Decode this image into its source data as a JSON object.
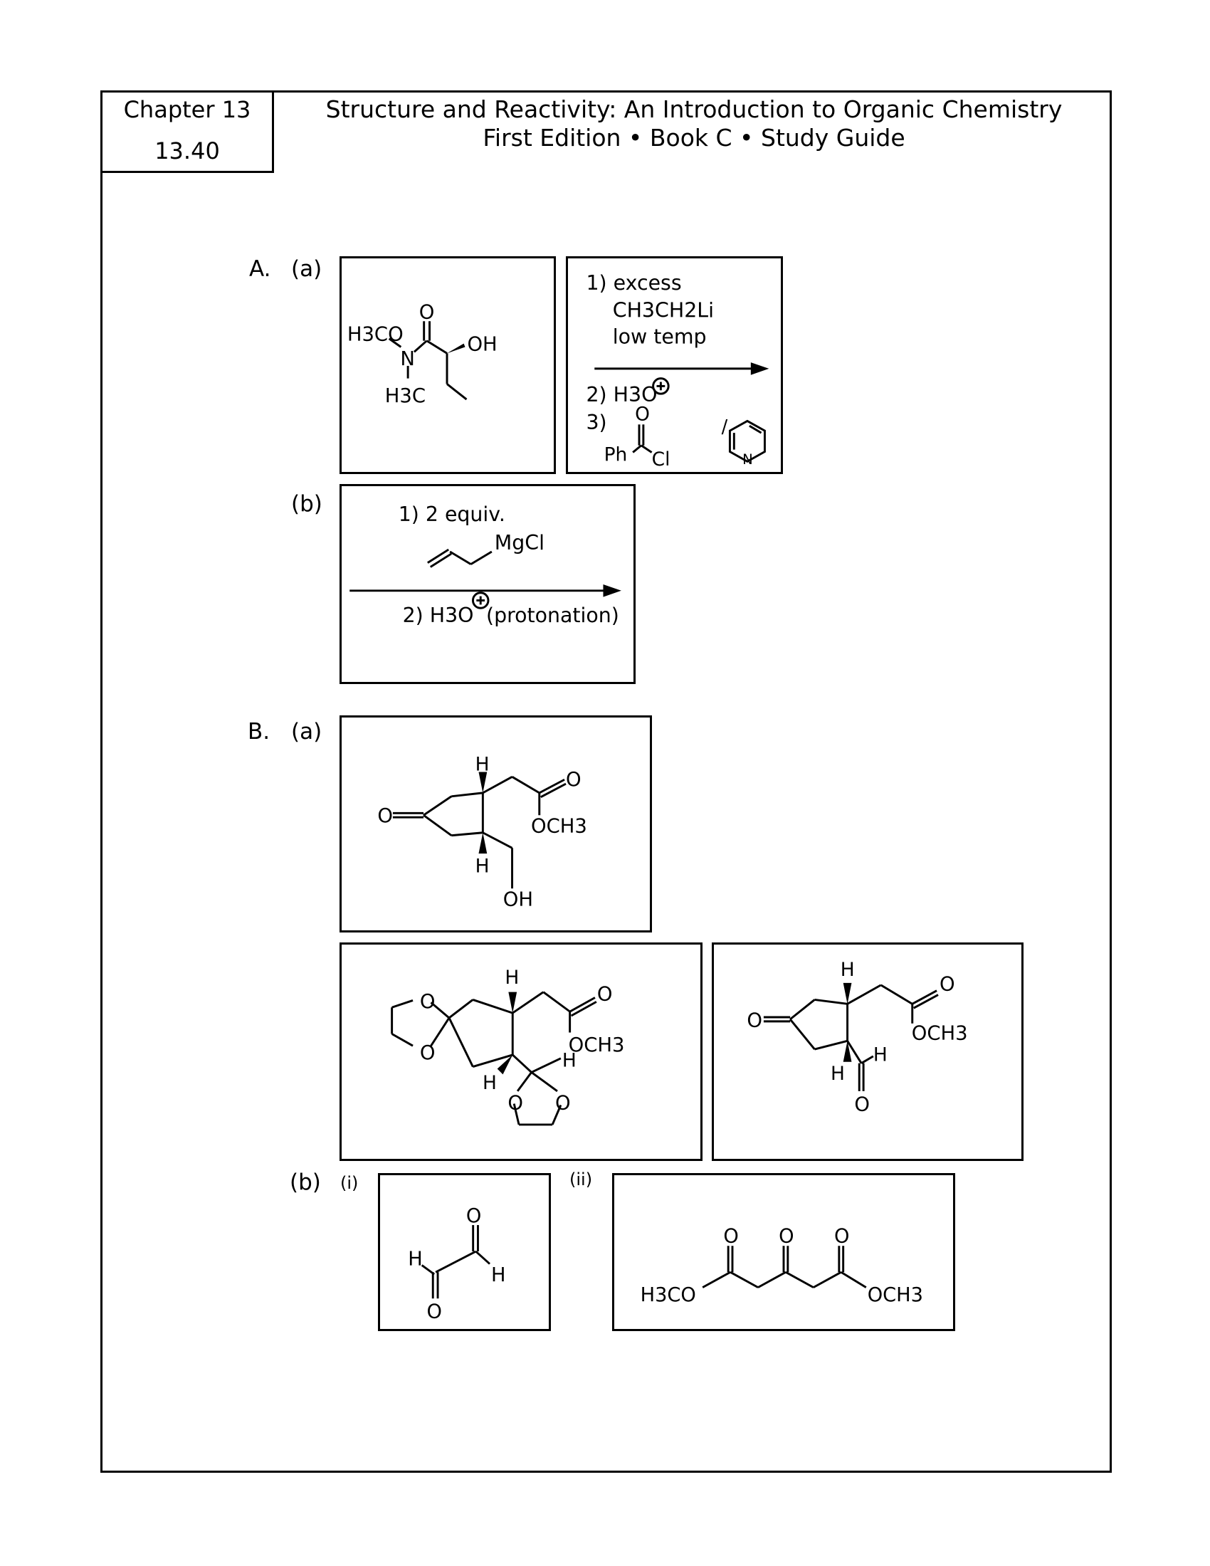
{
  "header": {
    "chapter": "Chapter 13",
    "problem": "13.40",
    "title_line1": "Structure and Reactivity: An Introduction to Organic Chemistry",
    "title_line2": "First Edition • Book C • Study Guide"
  },
  "labels": {
    "A": "A.",
    "A_a": "(a)",
    "A_b": "(b)",
    "B": "B.",
    "B_a": "(a)",
    "B_b": "(b)",
    "B_b_i": "(i)",
    "B_b_ii": "(ii)"
  },
  "partA": {
    "a_structure": {
      "methoxy": "H3CO",
      "n": "N",
      "methyl": "H3C",
      "o": "O",
      "oh": "OH"
    },
    "a_reagents": {
      "step1_line1": "1) excess",
      "step1_line2": "CH3CH2Li",
      "step1_line3": "low temp",
      "step2": "2) H3O",
      "step3": "3)",
      "ph": "Ph",
      "o": "O",
      "cl": "Cl",
      "n": "N",
      "slash": "/"
    },
    "b_reagents": {
      "step1": "1) 2 equiv.",
      "grignard": "MgCl",
      "step2": "2) H3O",
      "step2_note": "(protonation)"
    }
  },
  "partB": {
    "a_top": {
      "h1": "H",
      "h2": "H",
      "ketone_o": "O",
      "ester_o": "O",
      "och3": "OCH3",
      "oh": "OH"
    },
    "a_left": {
      "o1": "O",
      "o2": "O",
      "h1": "H",
      "h2": "H",
      "h3": "H",
      "o3": "O",
      "o4": "O",
      "ester_o": "O",
      "och3": "OCH3"
    },
    "a_right": {
      "ketone_o": "O",
      "h1": "H",
      "h2": "H",
      "ald_h": "H",
      "ald_o": "O",
      "ester_o": "O",
      "och3": "OCH3"
    },
    "b_i": {
      "h1": "H",
      "h2": "H",
      "o1": "O",
      "o2": "O"
    },
    "b_ii": {
      "o1": "O",
      "o2": "O",
      "o3": "O",
      "left": "H3CO",
      "right": "OCH3"
    }
  }
}
